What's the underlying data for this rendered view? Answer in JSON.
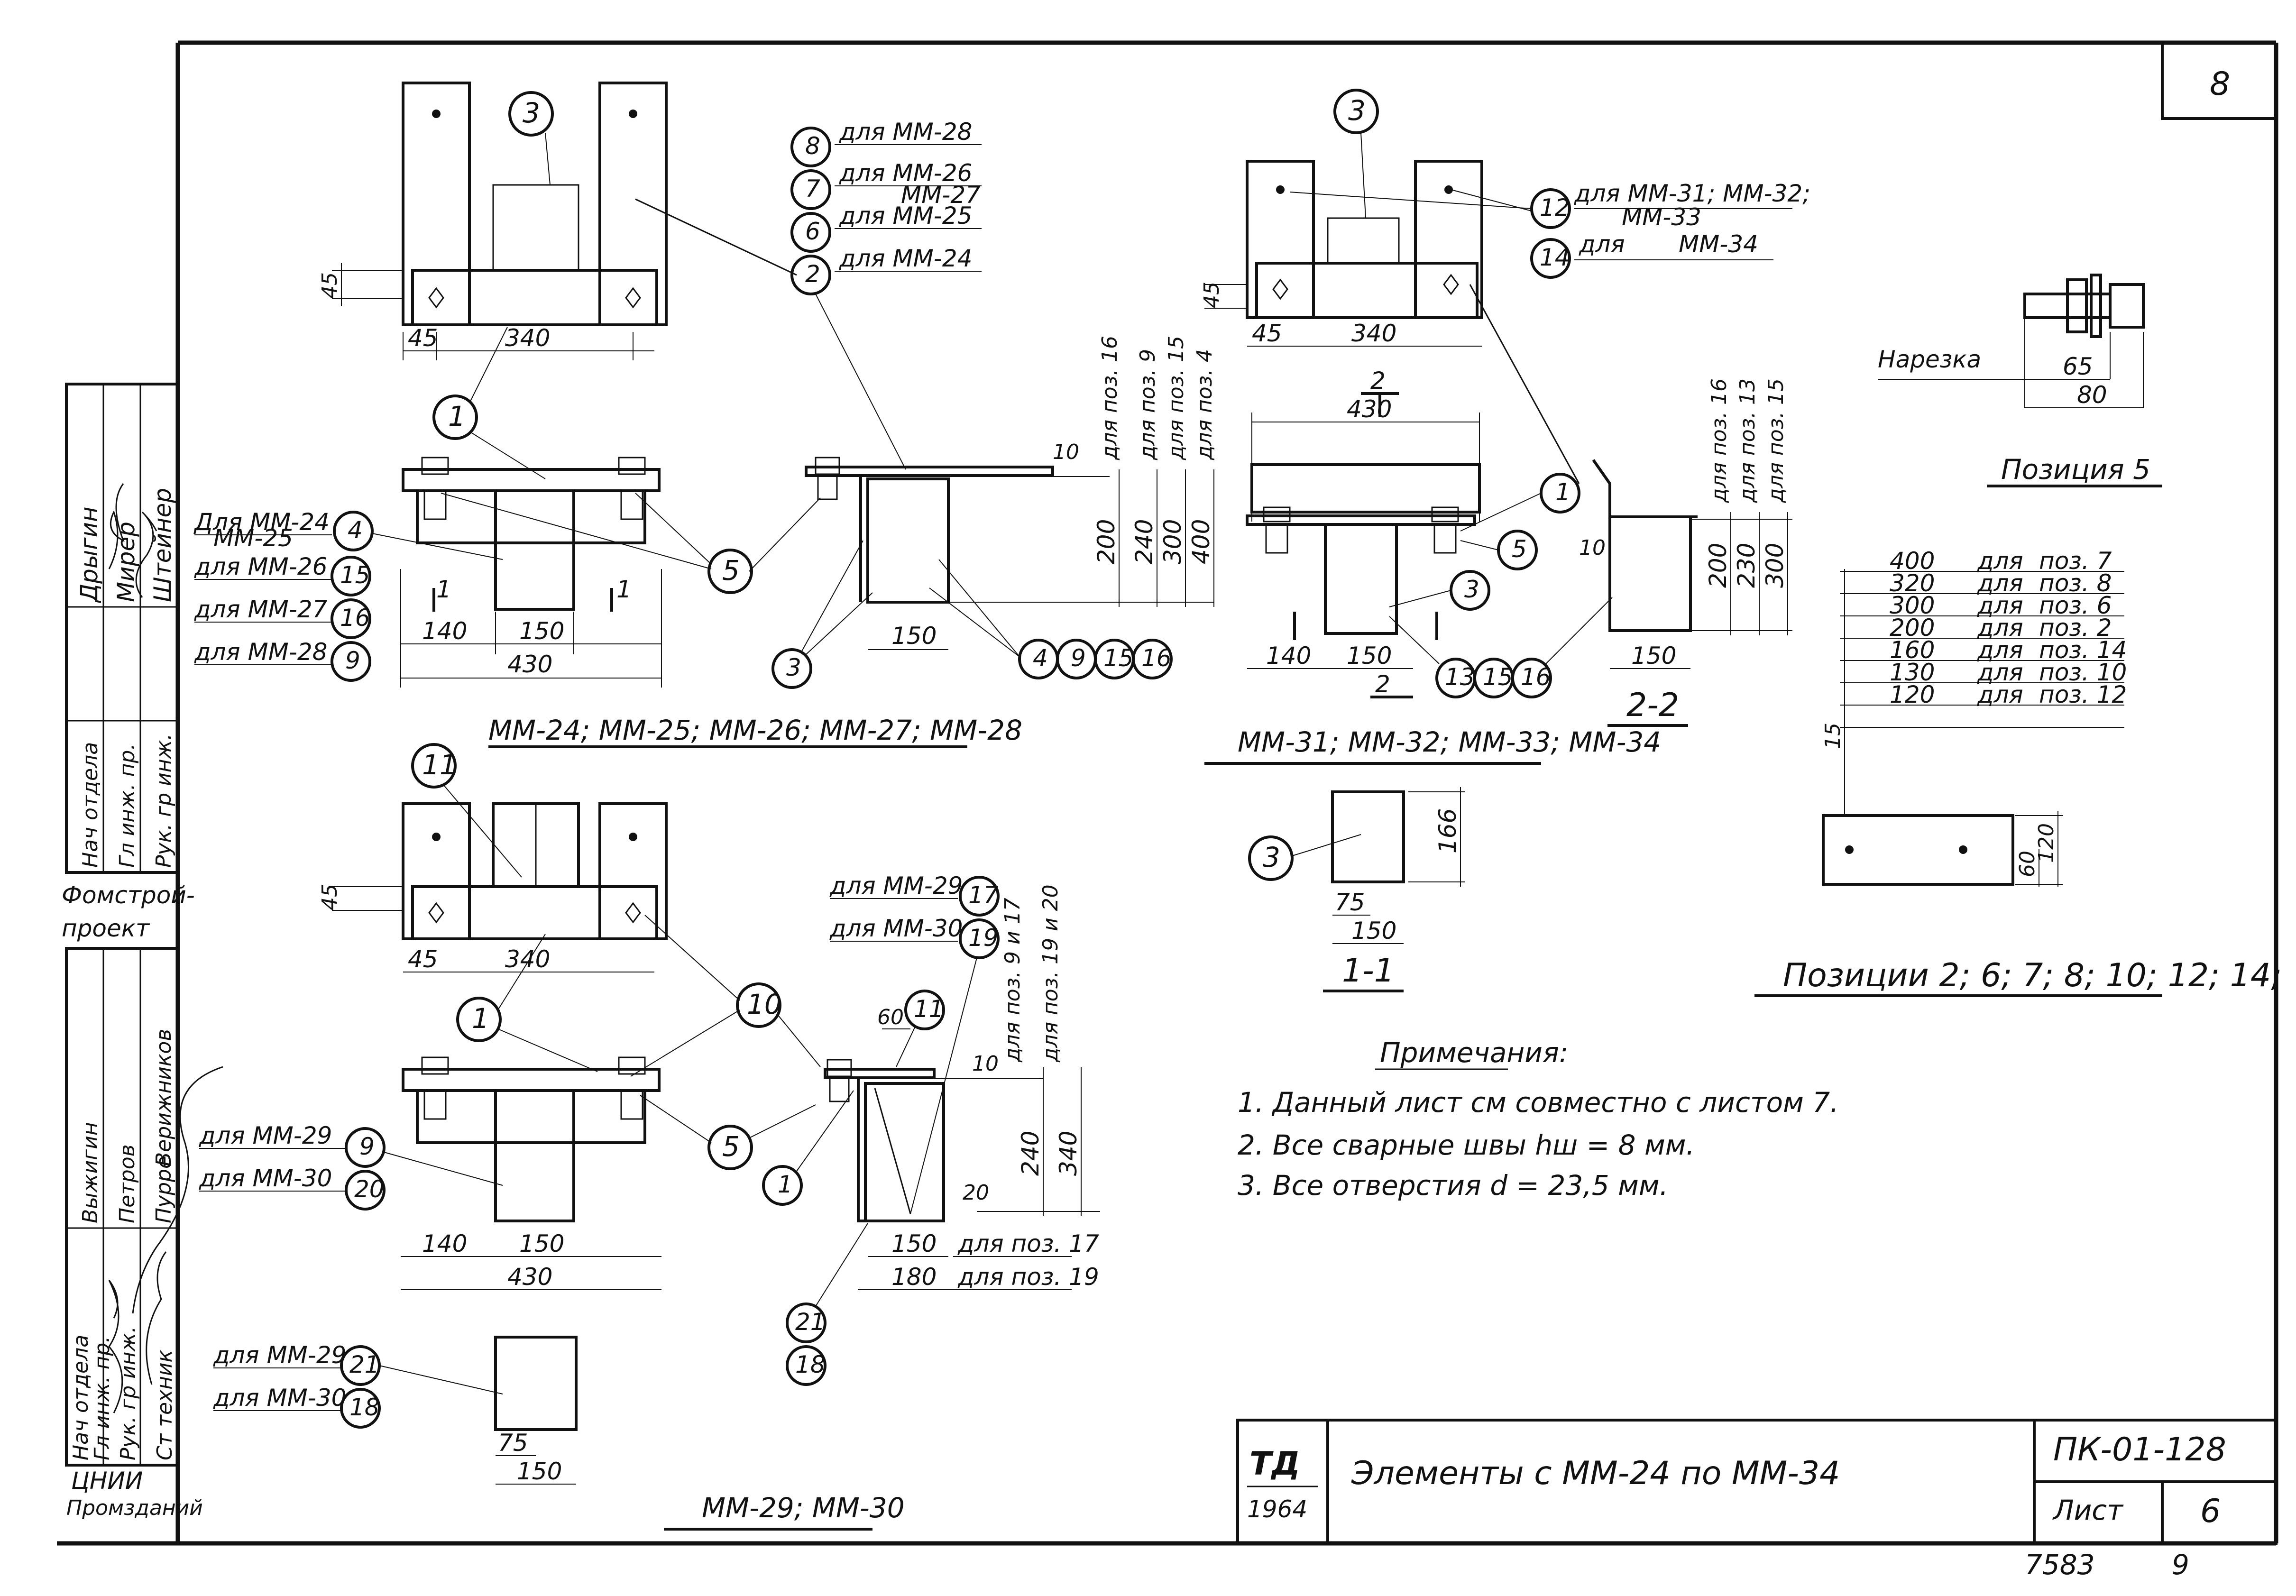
{
  "sheet": {
    "corner_number": "8",
    "stamp_bottom_left": "7583",
    "stamp_bottom_right": "9"
  },
  "left_stamp": {
    "top_names": [
      "Дрыгин",
      "Мирер",
      "Штейнер"
    ],
    "top_roles": [
      "Нач отдела",
      "Гл инж. пр.",
      "Рук. гр инж."
    ],
    "org": [
      "Фомстрой-",
      "проект"
    ],
    "bottom_names": [
      "Выжигин",
      "Петров",
      "Пурре",
      "Верижников"
    ],
    "bottom_roles": [
      "Нач отдела",
      "Гл инж. пр.",
      "Рук. гр инж.",
      "Ст техник"
    ],
    "org2": [
      "ЦНИИ",
      "Промзданий"
    ]
  },
  "view_a": {
    "title": "ММ-24; ММ-25; ММ-26; ММ-27; ММ-28",
    "callouts_right": [
      {
        "num": "8",
        "text": "для ММ-28"
      },
      {
        "num": "7",
        "text": "для ММ-26",
        "text2": "ММ-27"
      },
      {
        "num": "6",
        "text": "для ММ-25"
      },
      {
        "num": "2",
        "text": "для ММ-24"
      }
    ],
    "callouts_left": [
      {
        "num": "4",
        "text": "Для ММ-24",
        "text2": "ММ-25"
      },
      {
        "num": "15",
        "text": "для ММ-26"
      },
      {
        "num": "16",
        "text": "для ММ-27"
      },
      {
        "num": "9",
        "text": "для ММ-28"
      }
    ],
    "dims": [
      "45",
      "45",
      "340",
      "140",
      "150",
      "430",
      "150",
      "10",
      "200",
      "240",
      "300",
      "400"
    ],
    "vertical_notes": [
      "для поз. 16",
      "для поз. 9",
      "для поз. 15",
      "для поз. 4"
    ],
    "marks": [
      "1",
      "5",
      "3",
      "5",
      "3",
      "4",
      "9",
      "15",
      "16",
      "1",
      "1"
    ]
  },
  "view_b": {
    "title": "ММ-31; ММ-32; ММ-33; ММ-34",
    "callouts": [
      {
        "num": "12",
        "text": "для ММ-31; ММ-32;",
        "text2": "ММ-33"
      },
      {
        "num": "14",
        "text": "для",
        "text3": "ММ-34"
      }
    ],
    "dims": [
      "45",
      "45",
      "340",
      "430",
      "140",
      "150",
      "150",
      "10",
      "200",
      "230",
      "300"
    ],
    "vertical_notes": [
      "для поз. 16",
      "для поз. 13",
      "для поз. 15"
    ],
    "marks": [
      "3",
      "1",
      "5",
      "3",
      "13",
      "15",
      "16",
      "2",
      "2"
    ],
    "section": "2-2"
  },
  "section_1_1": {
    "title": "1-1",
    "mark": "3",
    "dims": [
      "166",
      "75",
      "150"
    ]
  },
  "position5": {
    "title": "Позиция 5",
    "label": "Нарезка",
    "dims": [
      "65",
      "80"
    ]
  },
  "positions_table": {
    "rows": [
      {
        "len": "400",
        "for": "для",
        "pos": "поз. 7"
      },
      {
        "len": "320",
        "for": "для",
        "pos": "поз. 8"
      },
      {
        "len": "300",
        "for": "для",
        "pos": "поз. 6"
      },
      {
        "len": "200",
        "for": "для",
        "pos": "поз. 2"
      },
      {
        "len": "160",
        "for": "для",
        "pos": "поз. 14"
      },
      {
        "len": "130",
        "for": "для",
        "pos": "поз. 10"
      },
      {
        "len": "120",
        "for": "для",
        "pos": "поз. 12"
      }
    ],
    "dims": [
      "60",
      "120",
      "15"
    ],
    "title": "Позиции 2; 6; 7; 8; 10; 12; 14;"
  },
  "view_c": {
    "title": "ММ-29; ММ-30",
    "callouts_right": [
      {
        "num": "17",
        "text": "для ММ-29"
      },
      {
        "num": "19",
        "text": "для ММ-30"
      }
    ],
    "callouts_left": [
      {
        "num": "9",
        "text": "для ММ-29"
      },
      {
        "num": "20",
        "text": "для ММ-30"
      }
    ],
    "callouts_bottom": [
      {
        "num": "21",
        "text": "для ММ-29"
      },
      {
        "num": "18",
        "text": "для ММ-30"
      }
    ],
    "dims": [
      "45",
      "45",
      "340",
      "140",
      "150",
      "430",
      "60",
      "10",
      "240",
      "340",
      "20",
      "150",
      "180",
      "75",
      "150"
    ],
    "vertical_notes": [
      "для поз. 9 и 17",
      "для поз. 19 и 20"
    ],
    "pos_notes": [
      "для поз. 17",
      "для поз. 19"
    ],
    "marks": [
      "11",
      "1",
      "10",
      "5",
      "11",
      "1",
      "21",
      "18"
    ]
  },
  "notes": {
    "heading": "Примечания:",
    "items": [
      "1. Данный лист см совместно с листом 7.",
      "2. Все сварные швы hш = 8 мм.",
      "3. Все отверстия d = 23,5 мм."
    ]
  },
  "title_block": {
    "logo": "ТД",
    "year": "1964",
    "name": "Элементы с ММ-24 по ММ-34",
    "code": "ПК-01-128",
    "sheet_label": "Лист",
    "sheet_no": "6"
  }
}
